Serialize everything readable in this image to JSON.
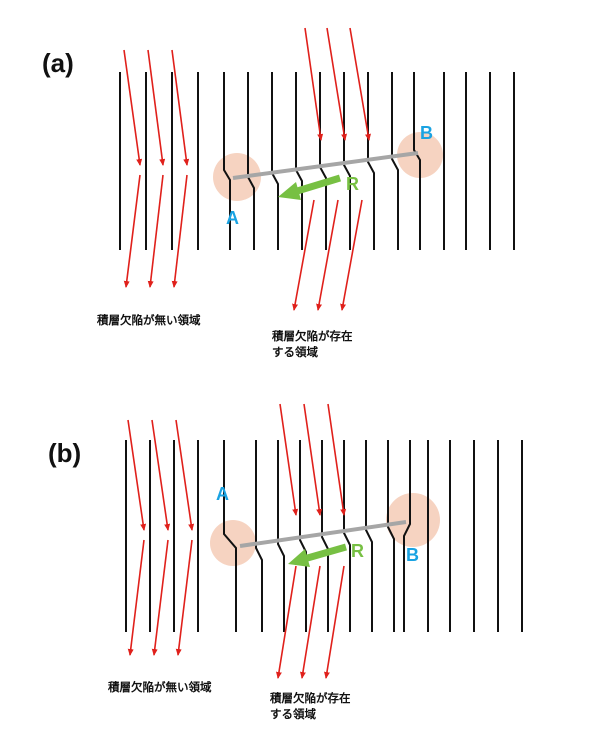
{
  "colors": {
    "plane": "#111111",
    "beam": "#e0201b",
    "dislocation_line": "#a6a6a6",
    "circle": "#f6d3c1",
    "arrow": "#77c043",
    "label_blue": "#1aa3e2",
    "label_green": "#77c043"
  },
  "panels": [
    {
      "id": "a",
      "label": "(a)",
      "point_a": "A",
      "point_b": "B",
      "vector_label": "R",
      "region_no_fault": "積層欠陥が無い領域",
      "region_fault_line1": "積層欠陥が存在",
      "region_fault_line2": "する領域"
    },
    {
      "id": "b",
      "label": "(b)",
      "point_a": "A",
      "point_b": "B",
      "vector_label": "R",
      "region_no_fault": "積層欠陥が無い領域",
      "region_fault_line1": "積層欠陥が存在",
      "region_fault_line2": "する領域"
    }
  ]
}
